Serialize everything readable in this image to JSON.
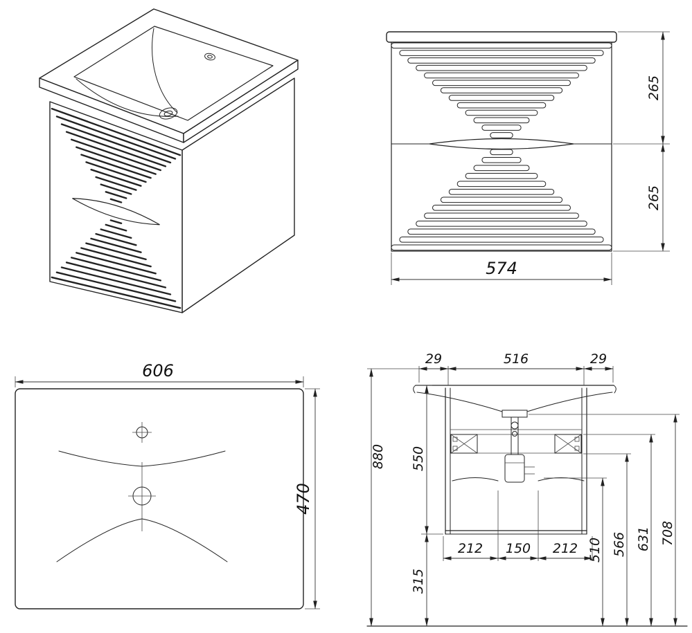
{
  "page": {
    "background": "#ffffff",
    "line_color": "#222222"
  },
  "views": {
    "front": {
      "dim_height_top": "265",
      "dim_height_bottom": "265",
      "dim_width": "574"
    },
    "plan": {
      "dim_width": "606",
      "dim_depth": "470"
    },
    "section": {
      "dim_top_left": "29",
      "dim_top_center": "516",
      "dim_top_right": "29",
      "dim_total_height": "880",
      "dim_cabinet_height": "550",
      "dim_floor_clearance": "315",
      "dim_bottom_left": "212",
      "dim_bottom_center": "150",
      "dim_bottom_right": "212",
      "dim_right_1": "510",
      "dim_right_2": "566",
      "dim_right_3": "631",
      "dim_right_4": "708"
    }
  }
}
